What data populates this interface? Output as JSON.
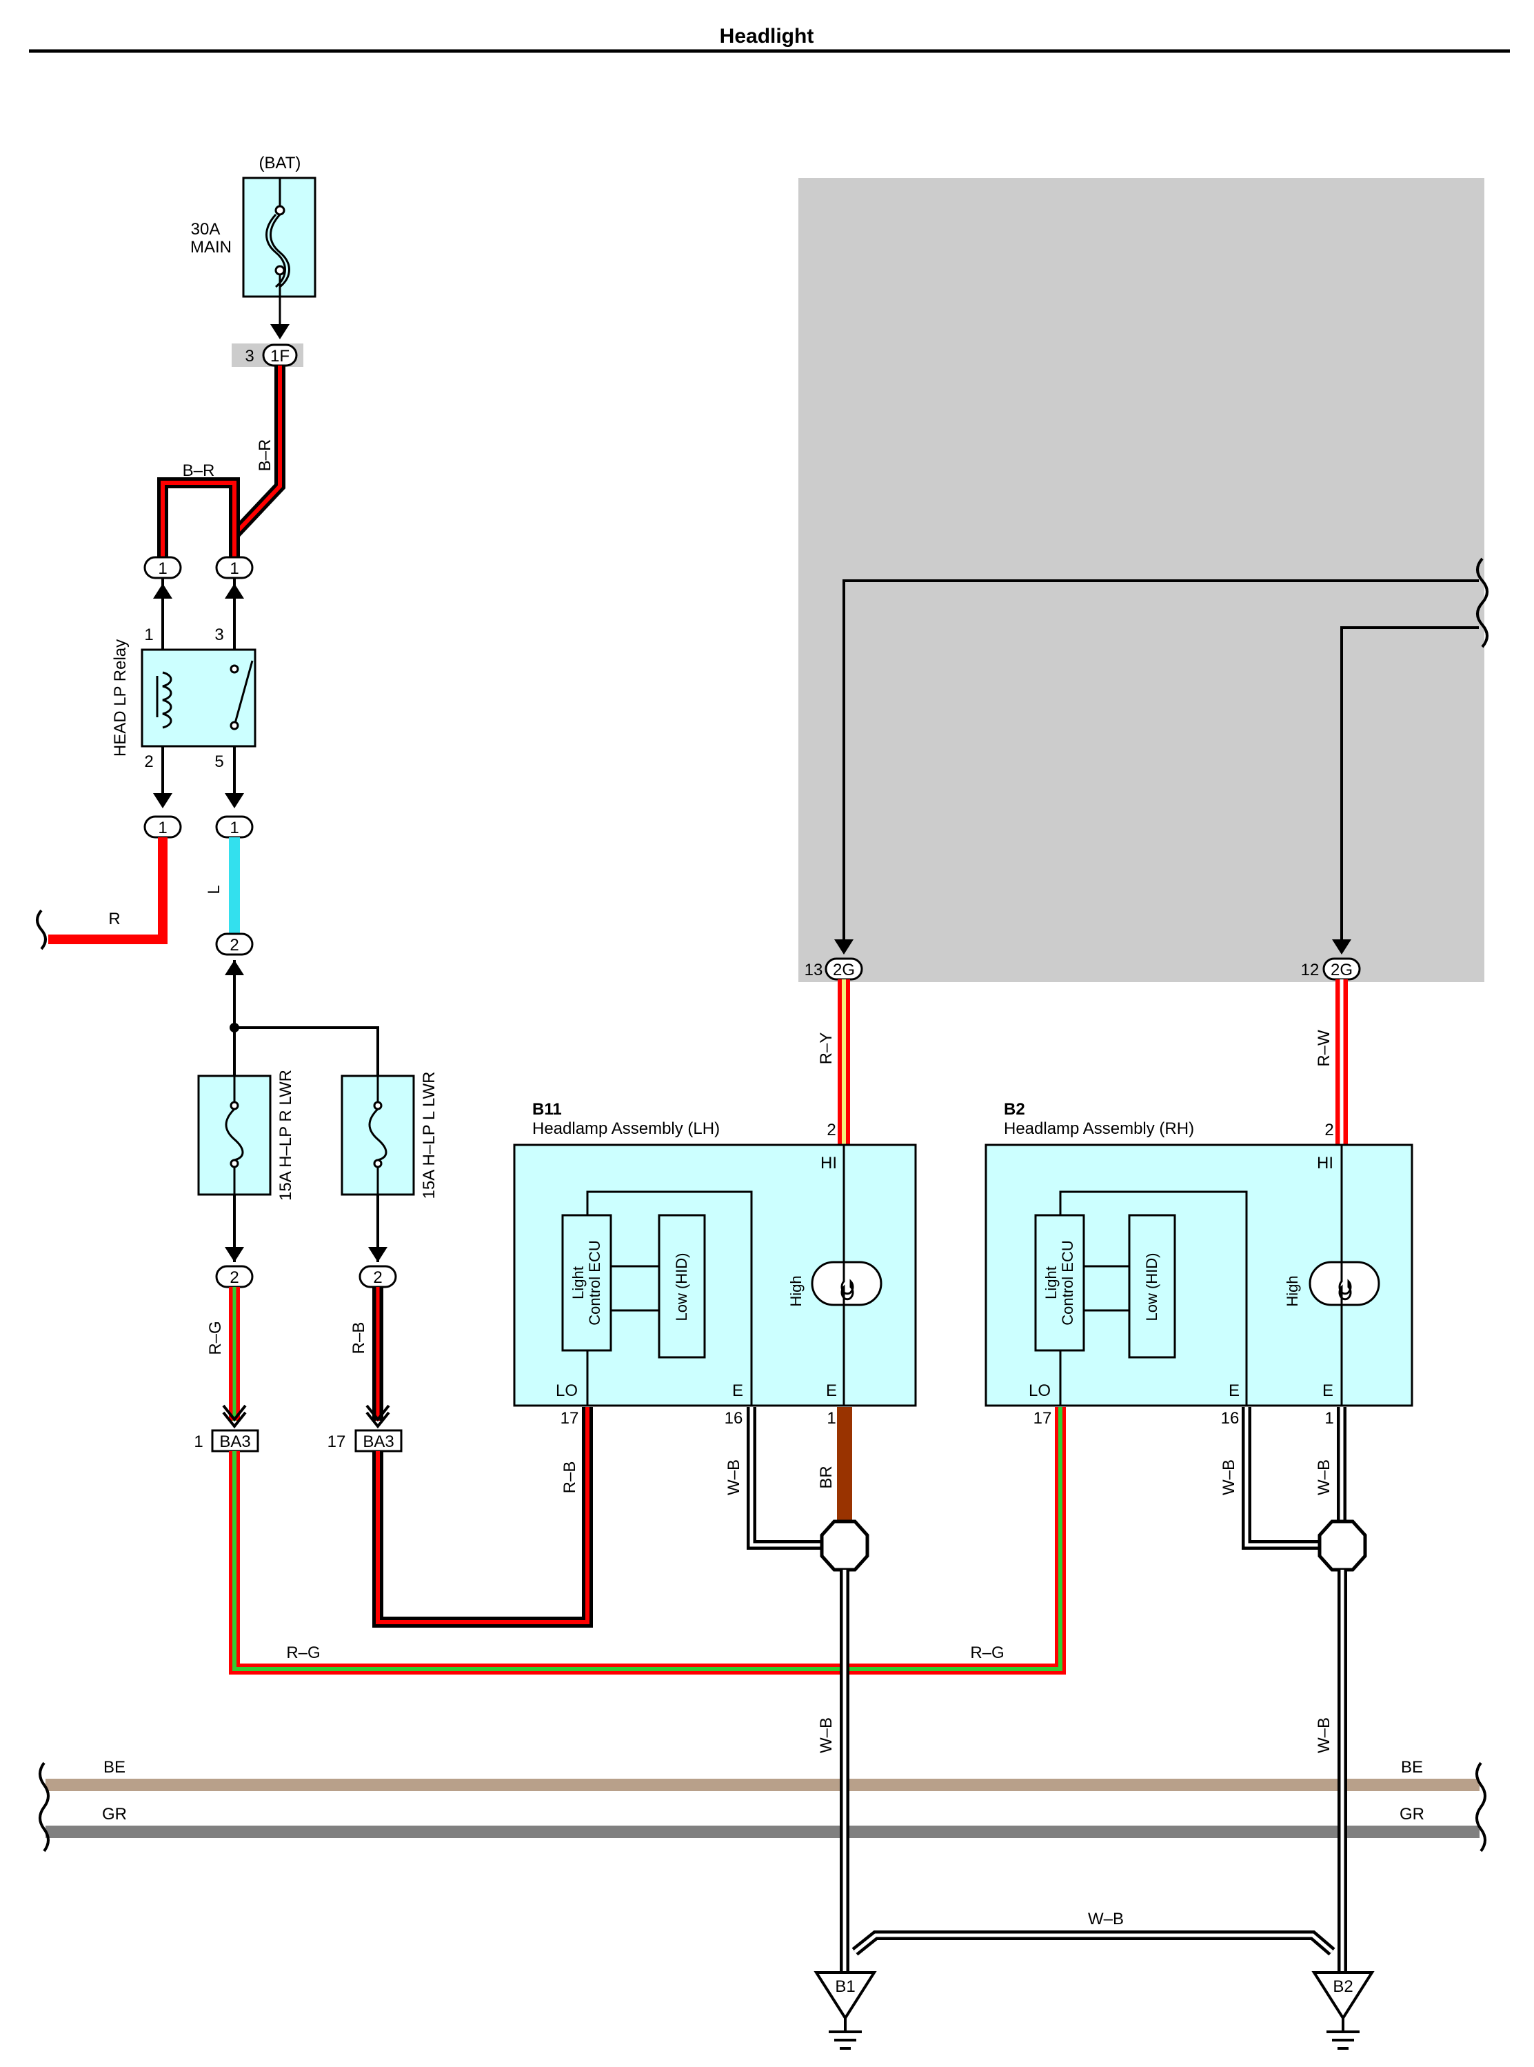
{
  "title": "Headlight",
  "battery": {
    "label": "(BAT)",
    "fuse_amp": "30A",
    "fuse_name": "MAIN"
  },
  "connector_1f": {
    "pin": "3",
    "id": "1F"
  },
  "relay": {
    "name": "HEAD LP Relay",
    "pin1": "1",
    "pin2": "2",
    "pin3": "3",
    "pin5": "5"
  },
  "relay_connector_pins": {
    "top_left": "1",
    "top_right": "1",
    "bottom_left": "1",
    "bottom_right": "1",
    "after_l": "2"
  },
  "fuses": {
    "r": {
      "label": "15A H–LP R LWR",
      "out_pin": "2"
    },
    "l": {
      "label": "15A H–LP L LWR",
      "out_pin": "2"
    }
  },
  "connector_ba3": {
    "left_pin": "1",
    "left_id": "BA3",
    "right_pin": "17",
    "right_id": "BA3"
  },
  "connector_2g": {
    "left_pin": "13",
    "left_id": "2G",
    "right_pin": "12",
    "right_id": "2G"
  },
  "lamp_lh": {
    "code": "B11",
    "name": "Headlamp Assembly (LH)",
    "hi_pin": "2",
    "hi": "HI",
    "high": "High",
    "ecu_line1": "Light",
    "ecu_line2": "Control ECU",
    "low": "Low (HID)",
    "lo": "LO",
    "e1": "E",
    "e2": "E",
    "lo_pin": "17",
    "e1_pin": "16",
    "e2_pin": "1"
  },
  "lamp_rh": {
    "code": "B2",
    "name": "Headlamp Assembly (RH)",
    "hi_pin": "2",
    "hi": "HI",
    "high": "High",
    "ecu_line1": "Light",
    "ecu_line2": "Control ECU",
    "low": "Low (HID)",
    "lo": "LO",
    "e1": "E",
    "e2": "E",
    "lo_pin": "17",
    "e1_pin": "16",
    "e2_pin": "1"
  },
  "grounds": {
    "left": "B1",
    "right": "B2"
  },
  "wires": {
    "b_r_vertical": "B–R",
    "b_r_loop": "B–R",
    "r": "R",
    "l": "L",
    "r_g_left": "R–G",
    "r_b_left": "R–B",
    "r_y": "R–Y",
    "r_w": "R–W",
    "lh_lo_rb": "R–B",
    "lh_e_wb": "W–B",
    "lh_br": "BR",
    "rh_e_wb1": "W–B",
    "rh_e_wb2": "W–B",
    "bottom_rg_left": "R–G",
    "bottom_rg_right": "R–G",
    "gnd_wb_left": "W–B",
    "gnd_wb_right": "W–B",
    "gnd_wb_bridge": "W–B",
    "be_left": "BE",
    "be_right": "BE",
    "gr_left": "GR",
    "gr_right": "GR"
  },
  "colors": {
    "box_fill": "#ccffff",
    "red": "#ff0000",
    "cyan": "#33e0ee",
    "green": "#33cc33",
    "yellow": "#f5f07a",
    "brown": "#993300",
    "beige": "#b8a08a",
    "gray": "#808080",
    "panel": "#cccccc"
  }
}
